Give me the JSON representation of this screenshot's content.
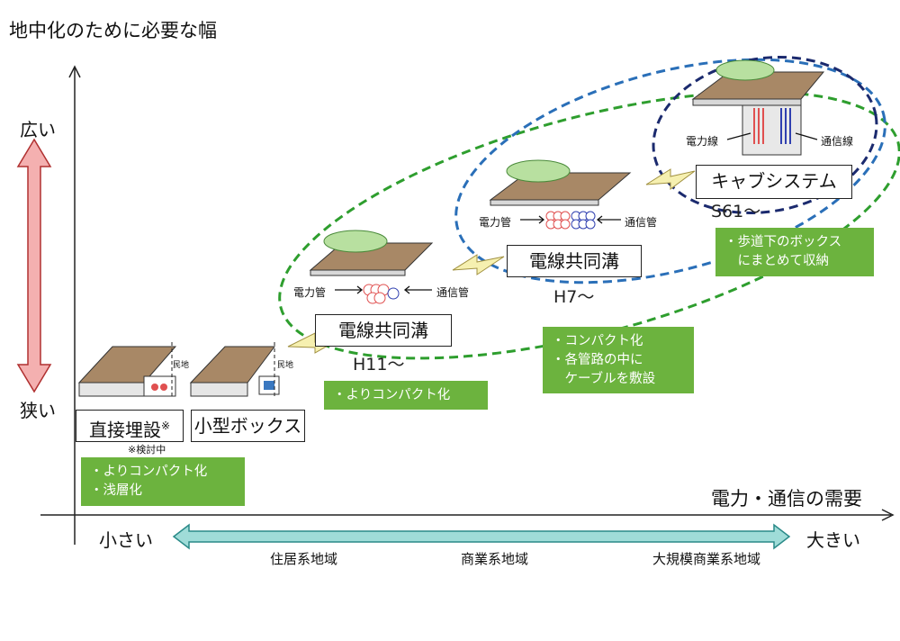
{
  "title": "地中化のために必要な幅",
  "y_axis": {
    "top_label": "広い",
    "bottom_label": "狭い",
    "arrow_color": "#f0a0a0"
  },
  "x_axis": {
    "title": "電力・通信の需要",
    "left_label": "小さい",
    "right_label": "大きい",
    "arrow_color": "#8fd3d0",
    "regions": [
      "住居系地域",
      "商業系地域",
      "大規模商業系地域"
    ]
  },
  "methods": {
    "direct_burial": {
      "label": "直接埋設",
      "mark": "※",
      "note": "※検討中",
      "small_label": "民地"
    },
    "small_box": {
      "label": "小型ボックス",
      "small_label": "民地"
    },
    "h11": {
      "label": "電線共同溝",
      "era": "H11～",
      "power": "電力管",
      "comm": "通信管"
    },
    "h7": {
      "label": "電線共同溝",
      "era": "H7～",
      "power": "電力管",
      "comm": "通信管"
    },
    "s61": {
      "label": "キャブシステム",
      "era": "S61～",
      "power": "電力線",
      "comm": "通信線"
    }
  },
  "notes": {
    "low": [
      "・よりコンパクト化",
      "・浅層化"
    ],
    "h11": [
      "・よりコンパクト化"
    ],
    "h7": [
      "・コンパクト化",
      "・各管路の中に",
      "　ケーブルを敷設"
    ],
    "s61": [
      "・歩道下のボックス",
      "　にまとめて収納"
    ]
  },
  "colors": {
    "note_bg": "#6cb33e",
    "green_dash": "#2e9e2e",
    "blue_dash": "#2a6fb8",
    "navy_dash": "#1b2a6e",
    "power_pipe": "#e05050",
    "comm_pipe": "#3040b0"
  }
}
